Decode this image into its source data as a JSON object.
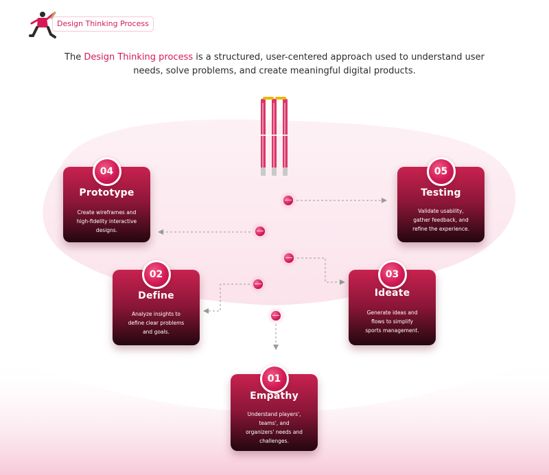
{
  "header": {
    "brand_label": "Design Thinking Process",
    "intro_prefix": "The ",
    "intro_highlight": "Design Thinking process",
    "intro_line1_rest": " is a structured, user-centered approach used to understand user",
    "intro_line2": "needs, solve problems, and create meaningful digital products."
  },
  "steps": [
    {
      "number": "01",
      "title": "Empathy",
      "lines": [
        "Understand players',",
        "teams', and",
        "organizers' needs and",
        "challenges."
      ]
    },
    {
      "number": "02",
      "title": "Define",
      "lines": [
        "Analyze insights to",
        "define clear problems",
        "and goals."
      ]
    },
    {
      "number": "03",
      "title": "Ideate",
      "lines": [
        "Generate ideas and",
        "flows to simplify",
        "sports management."
      ]
    },
    {
      "number": "04",
      "title": "Prototype",
      "lines": [
        "Create wireframes and",
        "high-fidelity interactive",
        "designs."
      ]
    },
    {
      "number": "05",
      "title": "Testing",
      "lines": [
        "Validate usability,",
        "gather feedback, and",
        "refine the experience."
      ]
    }
  ],
  "colors": {
    "accent": "#d31b57",
    "card_top": "#c8224f",
    "card_bottom": "#23070f",
    "blob": "#fbe6ee",
    "arrow": "#9a9a9a",
    "stump": "#d6386a",
    "bail": "#f2b400"
  },
  "icons": [
    "cricket-player-icon",
    "cricket-stumps-icon",
    "cricket-ball-icon"
  ]
}
